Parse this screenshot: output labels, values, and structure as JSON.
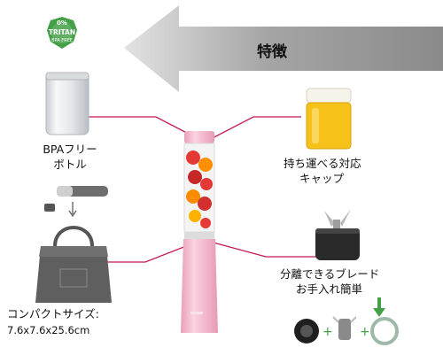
{
  "badge": {
    "percent": "0%",
    "name": "TRITAN",
    "sub": "BPA FREE"
  },
  "banner": {
    "title": "特徴"
  },
  "features": {
    "bottle": {
      "line1": "BPAフリー",
      "line2": "ボトル"
    },
    "cap": {
      "line1": "持ち運べる対応",
      "line2": "キャップ"
    },
    "size": {
      "line1": "コンパクトサイズ:",
      "line2": "7.6x7.6x25.6cm"
    },
    "blade": {
      "line1": "分離できるブレード",
      "line2": "お手入れ簡単"
    }
  },
  "colors": {
    "pink": "#f2b6cc",
    "connector": "#c2185b",
    "arrow": "#8e8e8e",
    "badge_green": "#43a047",
    "juice": "#f6c21a"
  },
  "icons": [
    "tritan-badge-icon",
    "arrow-left-icon",
    "plus-icon",
    "arrow-down-icon"
  ]
}
